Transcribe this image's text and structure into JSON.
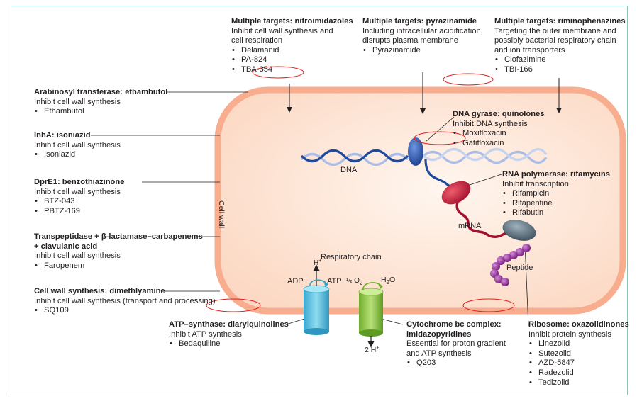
{
  "colors": {
    "cell_wall": "#f7ad8e",
    "cell_interior": "#fde6d8",
    "dna_dark": "#1f4a9c",
    "dna_light": "#a9bde6",
    "mrna_red": "#a3102d",
    "rna_polymerase": "#c8213c",
    "dna_gyrase": "#2a58b3",
    "ribosome": "#607380",
    "peptide": "#9b3ba0",
    "atp_synthase": "#5fc6e2",
    "cytochrome": "#8cc63f",
    "frame": "#8fc3b4",
    "annotation_oval": "#e0201c"
  },
  "labels": {
    "cell_wall": "Cell wall",
    "dna": "DNA",
    "mrna": "mRNA",
    "peptide": "Peptide",
    "respiratory_chain": "Respiratory chain",
    "adp": "ADP",
    "atp": "ATP",
    "h_plus": "H",
    "h_plus_sup": "+",
    "half_o2_prefix": "½ O",
    "half_o2_sub": "2",
    "h2o_h": "H",
    "h2o_sub": "2",
    "h2o_o": "O",
    "two_h_plus": "2 H",
    "two_h_plus_sup": "+"
  },
  "targets": {
    "nitroimidazoles": {
      "title": "Multiple targets: nitroimidazoles",
      "desc": [
        "Inhibit cell wall synthesis and",
        "cell respiration"
      ],
      "drugs": [
        "Delamanid",
        "PA-824",
        "TBA-354"
      ]
    },
    "pyrazinamide": {
      "title": "Multiple targets: pyrazinamide",
      "desc": [
        "Including intracellular acidification,",
        "disrupts plasma membrane"
      ],
      "drugs": [
        "Pyrazinamide"
      ]
    },
    "riminophenazines": {
      "title": "Multiple targets: riminophenazines",
      "desc": [
        "Targeting the outer membrane and",
        "possibly bacterial respiratory chain",
        "and ion transporters"
      ],
      "drugs": [
        "Clofazimine",
        "TBI-166"
      ]
    },
    "ethambutol": {
      "title": "Arabinosyl transferase: ethambutol",
      "desc": [
        "Inhibit cell wall synthesis"
      ],
      "drugs": [
        "Ethambutol"
      ]
    },
    "isoniazid": {
      "title": "InhA: isoniazid",
      "desc": [
        "Inhibit cell wall synthesis"
      ],
      "drugs": [
        "Isoniazid"
      ]
    },
    "benzothiazinone": {
      "title": "DprE1: benzothiazinone",
      "desc": [
        "Inhibit cell wall synthesis"
      ],
      "drugs": [
        "BTZ-043",
        "PBTZ-169"
      ]
    },
    "carbapenems": {
      "title": "Transpeptidase + β-lactamase–carbapenems",
      "title2": "+ clavulanic acid",
      "desc": [
        "Inhibit cell wall synthesis"
      ],
      "drugs": [
        "Faropenem"
      ]
    },
    "dimethlyamine": {
      "title": "Cell wall synthesis: dimethlyamine",
      "desc": [
        "Inhibit cell wall synthesis (transport and processing)"
      ],
      "drugs": [
        "SQ109"
      ]
    },
    "quinolones": {
      "title": "DNA  gyrase: quinolones",
      "desc": [
        "Inhibit DNA synthesis"
      ],
      "drugs": [
        "Moxifloxacin",
        "Gatifloxacin"
      ]
    },
    "rifamycins": {
      "title": "RNA polymerase: rifamycins",
      "desc": [
        "Inhibit transcription"
      ],
      "drugs": [
        "Rifampicin",
        "Rifapentine",
        "Rifabutin"
      ]
    },
    "diarylquinolines": {
      "title": "ATP–synthase: diarylquinolines",
      "desc": [
        "Inhibit ATP synthesis"
      ],
      "drugs": [
        "Bedaquiline"
      ]
    },
    "imidazopyridines": {
      "title": "Cytochrome bc complex:",
      "title2": "imidazopyridines",
      "desc": [
        "Essential for proton gradient",
        "and ATP synthesis"
      ],
      "drugs": [
        "Q203"
      ]
    },
    "oxazolidinones": {
      "title": "Ribosome: oxazolidinones",
      "desc": [
        "Inhibit protein synthesis"
      ],
      "drugs": [
        "Linezolid",
        "Sutezolid",
        "AZD-5847",
        "Radezolid",
        "Tedizolid"
      ]
    }
  }
}
